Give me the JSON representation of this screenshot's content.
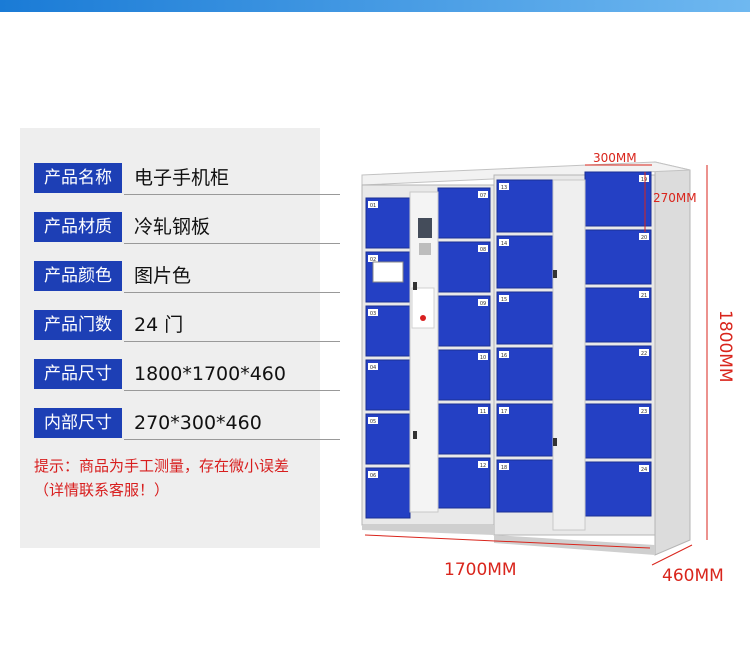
{
  "specs": [
    {
      "label": "产品名称",
      "value": "电子手机柜"
    },
    {
      "label": "产品材质",
      "value": "冷轧钢板"
    },
    {
      "label": "产品颜色",
      "value": "图片色"
    },
    {
      "label": "产品门数",
      "value": "24 门"
    },
    {
      "label": "产品尺寸",
      "value": "1800*1700*460"
    },
    {
      "label": "内部尺寸",
      "value": "270*300*460"
    }
  ],
  "note": "提示：商品为手工测量，存在微小误差（详情联系客服！）",
  "dimensions": {
    "door_width": "300MM",
    "door_height": "270MM",
    "total_height": "1800MM",
    "total_width": "1700MM",
    "depth": "460MM"
  },
  "locker_numbers": {
    "col1": [
      "01",
      "02",
      "03",
      "04",
      "05",
      "06"
    ],
    "col2": [
      "07",
      "08",
      "09",
      "10",
      "11",
      "12"
    ],
    "col3": [
      "13",
      "14",
      "15",
      "16",
      "17",
      "18"
    ],
    "col4": [
      "19",
      "20",
      "21",
      "22",
      "23",
      "24"
    ]
  },
  "colors": {
    "label_bg": "#1d3fb5",
    "door_blue": "#2440c4",
    "dimension_red": "#d9251c",
    "note_red": "#d81e1e"
  }
}
